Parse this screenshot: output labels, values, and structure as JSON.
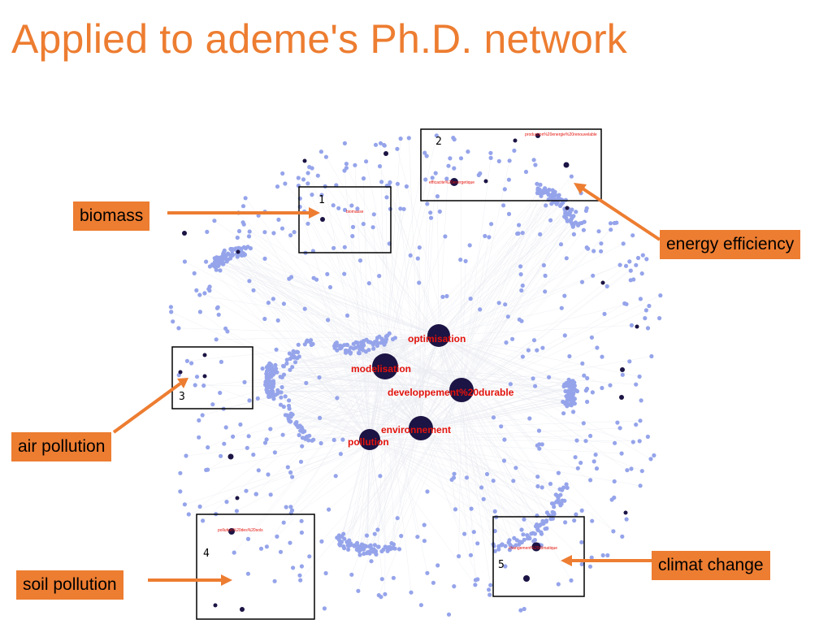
{
  "title": "Applied to ademe's Ph.D. network",
  "colors": {
    "accent": "#ed7d31",
    "node_small": "#95a4ea",
    "node_dark": "#1b1444",
    "label_red": "#e3120b"
  },
  "callouts": {
    "biomass": "biomass",
    "energy_efficiency": "energy efficiency",
    "air_pollution": "air pollution",
    "soil_pollution": "soil pollution",
    "climat_change": "climat change"
  },
  "clusters": [
    "1",
    "2",
    "3",
    "4",
    "5"
  ],
  "hub_labels": {
    "optimisation": "optimisation",
    "modelisation": "modelisation",
    "developpement": "developpement%20durable",
    "environnement": "environnement",
    "pollution": "pollution"
  },
  "tiny_labels": {
    "biomasse": "biomasse",
    "efficacite": "efficacite%20energetique",
    "top_cluster2": "production%20energie%20renouvelable",
    "changement": "changement%20climatique",
    "cluster4": "pollution%20des%20sols"
  }
}
